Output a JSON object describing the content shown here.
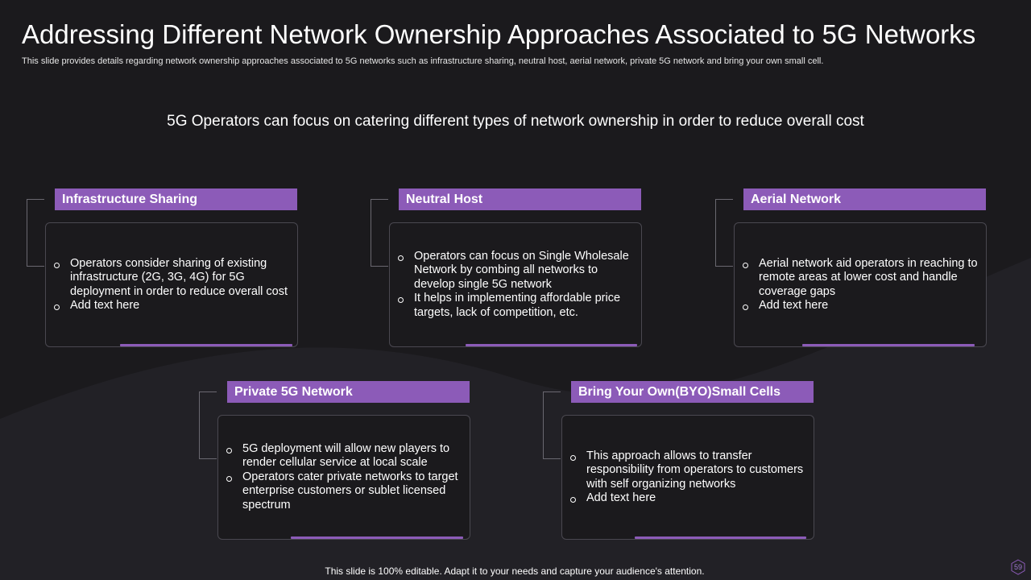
{
  "slide": {
    "title": "Addressing Different Network Ownership Approaches Associated to 5G Networks",
    "subtitle": "This slide provides details regarding network ownership approaches associated to 5G networks such as infrastructure sharing, neutral host, aerial network, private 5G network and bring your own small cell.",
    "headline": "5G Operators can focus on catering different types of network ownership in order to reduce overall cost",
    "footer": "This slide is 100% editable. Adapt it to your needs and capture your audience's attention.",
    "page_number": "59"
  },
  "colors": {
    "background": "#1b1a1d",
    "accent": "#8c5bb8",
    "card_border": "#4a4850",
    "text": "#ffffff"
  },
  "icons": {
    "bullet": "hollow-circle-bullet-icon",
    "page_badge": "hexagon-badge-icon"
  },
  "cards": [
    {
      "title": "Infrastructure  Sharing",
      "bullets": [
        "Operators consider sharing of existing infrastructure (2G, 3G, 4G) for 5G deployment in order to reduce overall cost",
        "Add text here"
      ]
    },
    {
      "title": "Neutral Host",
      "bullets": [
        "Operators can focus on Single Wholesale Network by combing all networks to develop single 5G network",
        "It helps in implementing affordable price targets, lack of competition, etc."
      ]
    },
    {
      "title": "Aerial Network",
      "bullets": [
        "Aerial network aid operators in reaching to remote areas at lower cost and handle coverage gaps",
        "Add text here"
      ]
    },
    {
      "title": "Private 5G Network",
      "bullets": [
        "5G deployment will allow new players to render cellular service at local scale",
        "Operators cater private networks to target enterprise customers or sublet licensed spectrum"
      ]
    },
    {
      "title": "Bring Your Own(BYO)Small Cells",
      "bullets": [
        "This approach allows to transfer responsibility from operators to customers with self organizing networks",
        "Add text here"
      ]
    }
  ]
}
